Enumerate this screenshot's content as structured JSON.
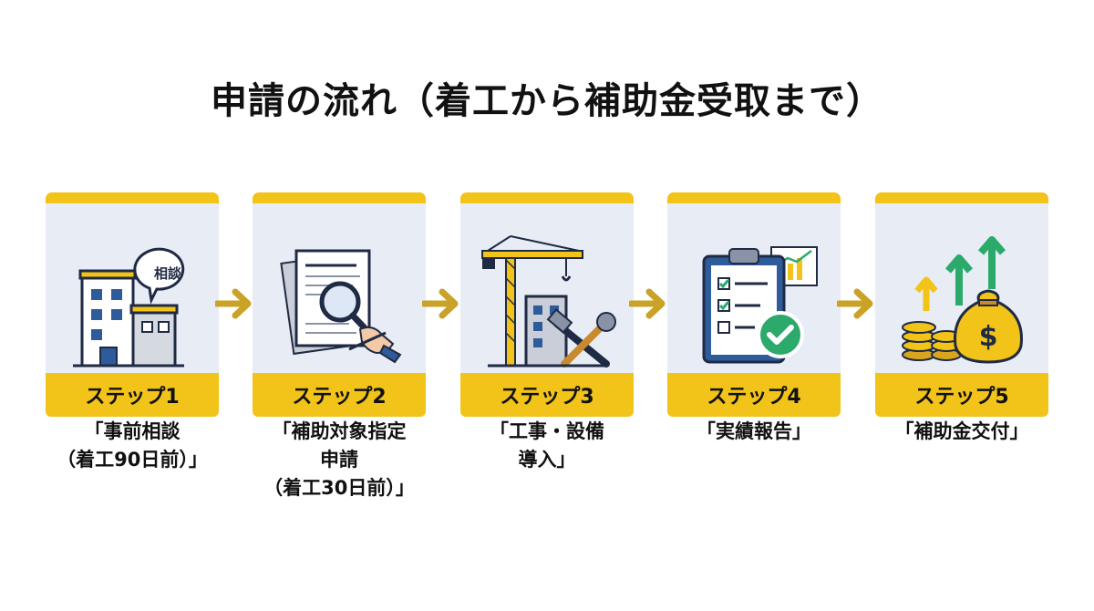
{
  "title": "申請の流れ（着工から補助金受取まで）",
  "bubble_text": "相談",
  "steps": [
    {
      "label": "ステップ1",
      "desc": [
        "「事前相談",
        "（着工90日前）」"
      ],
      "icon": "building-consultation-icon"
    },
    {
      "label": "ステップ2",
      "desc": [
        "「補助対象指定",
        "申請",
        "（着工30日前）」"
      ],
      "icon": "document-magnifier-icon"
    },
    {
      "label": "ステップ3",
      "desc": [
        "「工事・設備",
        "導入」"
      ],
      "icon": "crane-tools-icon"
    },
    {
      "label": "ステップ4",
      "desc": [
        "「実績報告」"
      ],
      "icon": "clipboard-check-icon"
    },
    {
      "label": "ステップ5",
      "desc": [
        "「補助金交付」"
      ],
      "icon": "money-bag-growth-icon"
    }
  ],
  "colors": {
    "accent": "#F2C318",
    "arrow": "#C9A227",
    "panel": "#E8ECF4",
    "navy": "#1F2A44"
  }
}
